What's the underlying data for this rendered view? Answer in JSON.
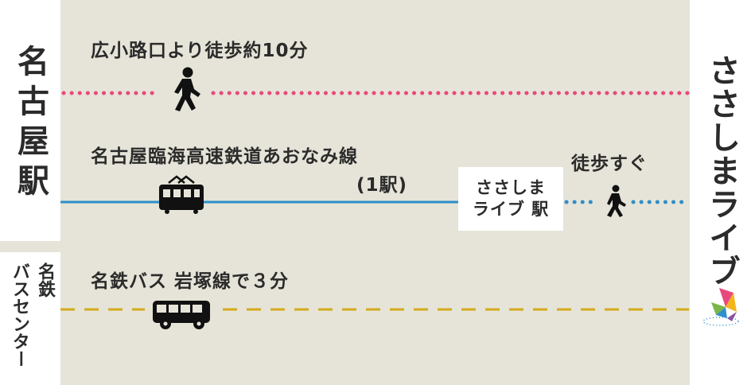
{
  "origin": {
    "name": "名古屋駅"
  },
  "bus_origin": {
    "col1": "名鉄",
    "col2": "バスセンター"
  },
  "destination": {
    "name": "ささしまライブ"
  },
  "routes": {
    "walk": {
      "label": "広小路口より徒歩約10分",
      "color": "#e8497c",
      "icon": "walking-person-icon"
    },
    "train": {
      "label": "名古屋臨海高速鉄道あおなみ線",
      "sub": "(1駅)",
      "color": "#2f8fc9",
      "icon": "train-icon"
    },
    "bus": {
      "label": "名鉄バス 岩塚線で３分",
      "color": "#d4aa1c",
      "icon": "bus-icon"
    }
  },
  "station": {
    "line1": "ささしま",
    "line2": "ライブ 駅"
  },
  "walk_short": {
    "label": "徒歩すぐ",
    "color": "#2f8fc9",
    "icon": "walking-person-icon"
  }
}
